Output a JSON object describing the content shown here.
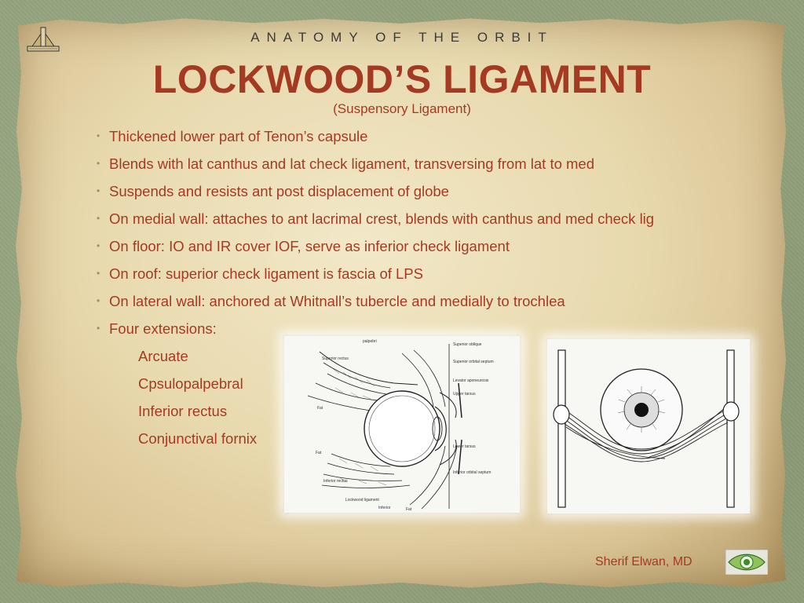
{
  "header": "ANATOMY OF THE ORBIT",
  "title": "LOCKWOOD’S LIGAMENT",
  "subtitle": "(Suspensory Ligament)",
  "bullets": [
    "Thickened lower part of Tenon’s capsule",
    "Blends with lat canthus and lat check ligament, transversing from lat to med",
    "Suspends and resists ant post displacement of globe",
    "On medial wall: attaches to ant lacrimal crest, blends with canthus and med check lig",
    "On floor: IO and IR cover IOF, serve as inferior check ligament",
    "On roof: superior check ligament is fascia of LPS",
    "On lateral wall: anchored at Whitnall’s tubercle and medially to trochlea",
    "Four extensions:"
  ],
  "extensions": [
    "Arcuate",
    "Cpsulopalpebral",
    "Inferior rectus",
    "Conjunctival fornix"
  ],
  "figure1_labels": {
    "palpebri": "palpebri",
    "superior_rectus": "Superior rectus",
    "superior_oblique": "Superior oblique",
    "superior_orbital_septum": "Superior orbital septum",
    "levator_aponeurosis": "Levator aponeurosis",
    "upper_tarsus": "Upper tarsus",
    "fat_upper": "Fat",
    "fat_lower": "Fat",
    "lower_tarsus": "Lower tarsus",
    "inferior_orbital_septum": "Inferior orbital septum",
    "inferior_rectus": "Inferior rectus",
    "lockwood_ligament": "Lockwood ligament",
    "inferior": "Inferior",
    "fat_bottom": "Fat"
  },
  "author": "Sherif Elwan, MD",
  "icons": {
    "logo": "pyramid-logo-icon",
    "eye": "eye-logo-icon"
  },
  "colors": {
    "title": "#a53a22",
    "header": "#3a3a3a",
    "paper": "#e8d9ae",
    "background": "#93a27c"
  }
}
